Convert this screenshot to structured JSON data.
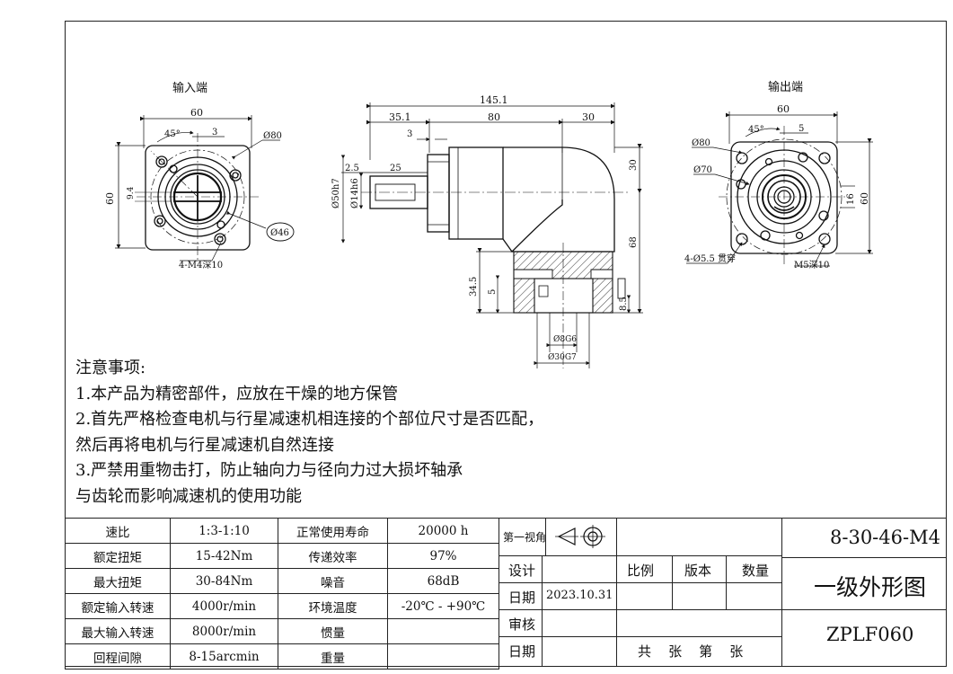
{
  "views": {
    "input_label": "输入端",
    "output_label": "输出端"
  },
  "dims": {
    "in_60_top": "60",
    "in_60_side": "60",
    "in_45": "45°",
    "in_3": "3",
    "in_phi80": "Ø80",
    "in_9_4": "9.4",
    "in_phi46": "Ø46",
    "in_4m4": "4-M4深10",
    "side_145": "145.1",
    "side_35": "35.1",
    "side_80": "80",
    "side_30top": "30",
    "side_3": "3",
    "side_2_5": "2.5",
    "side_25": "25",
    "side_phi50": "Ø50h7",
    "side_phi14": "Ø14h6",
    "side_30r": "30",
    "side_68": "68",
    "side_34_5": "34.5",
    "side_5": "5",
    "side_8_5": "8.5",
    "side_phi8": "Ø8G6",
    "side_phi30": "Ø30G7",
    "out_60_top": "60",
    "out_60_side": "60",
    "out_45": "45°",
    "out_5": "5",
    "out_phi80": "Ø80",
    "out_phi70": "Ø70",
    "out_16": "16",
    "out_holes": "4-Ø5.5 贯穿",
    "out_m5": "M5深10"
  },
  "notes": [
    "注意事项:",
    "1.本产品为精密部件，应放在干燥的地方保管",
    "2.首先严格检查电机与行星减速机相连接的个部位尺寸是否匹配，",
    "然后再将电机与行星减速机自然连接",
    "3.严禁用重物击打，防止轴向力与径向力过大损坏轴承",
    "与齿轮而影响减速机的使用功能"
  ],
  "specs": [
    {
      "k1": "速比",
      "v1": "1:3-1:10",
      "k2": "正常使用寿命",
      "v2": "20000 h"
    },
    {
      "k1": "额定扭矩",
      "v1": "15-42Nm",
      "k2": "传递效率",
      "v2": "97%"
    },
    {
      "k1": "最大扭矩",
      "v1": "30-84Nm",
      "k2": "噪音",
      "v2": "68dB"
    },
    {
      "k1": "额定输入转速",
      "v1": "4000r/min",
      "k2": "环境温度",
      "v2": "-20℃ - +90℃"
    },
    {
      "k1": "最大输入转速",
      "v1": "8000r/min",
      "k2": "惯量",
      "v2": ""
    },
    {
      "k1": "回程间隙",
      "v1": "8-15arcmin",
      "k2": "重量",
      "v2": ""
    }
  ],
  "title_block": {
    "first_angle": "第一视角",
    "design": "设计",
    "scale": "比例",
    "version": "版本",
    "quantity": "数量",
    "date_label": "日期",
    "date_value": "2023.10.31",
    "review": "审核",
    "date_label2": "日期",
    "sheets": "共    张    第    张",
    "part_no": "8-30-46-M4",
    "drawing_name": "一级外形图",
    "model": "ZPLF060"
  }
}
